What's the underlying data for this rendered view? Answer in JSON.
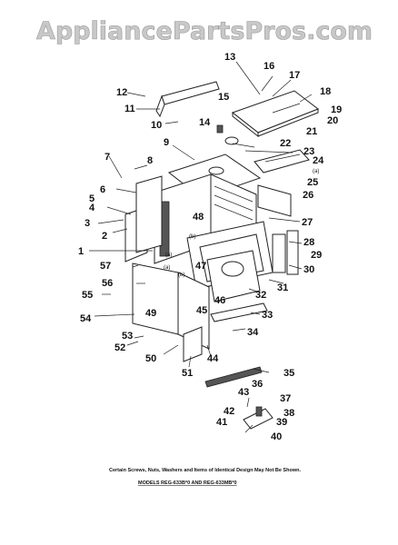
{
  "watermark": "AppliancePartsPros.com",
  "labels": {
    "l1": "1",
    "l2": "2",
    "l3": "3",
    "l4": "4",
    "l5": "5",
    "l6": "6",
    "l7": "7",
    "l8": "8",
    "l9": "9",
    "l10": "10",
    "l11": "11",
    "l12": "12",
    "l13": "13",
    "l14": "14",
    "l15": "15",
    "l16": "16",
    "l17": "17",
    "l18": "18",
    "l19": "19",
    "l20": "20",
    "l21": "21",
    "l22": "22",
    "l23": "23",
    "l24": "24",
    "l25": "25",
    "l26": "26",
    "l27": "27",
    "l28": "28",
    "l29": "29",
    "l30": "30",
    "l31": "31",
    "l32": "32",
    "l33": "33",
    "l34": "34",
    "l35": "35",
    "l36": "36",
    "l37": "37",
    "l38": "38",
    "l39": "39",
    "l40": "40",
    "l41": "41",
    "l42": "42",
    "l43": "43",
    "l44": "44",
    "l45": "45",
    "l46": "46",
    "l47": "47",
    "l48": "48",
    "l49": "49",
    "l50": "50",
    "l51": "51",
    "l52": "52",
    "l53": "53",
    "l54": "54",
    "l55": "55",
    "l56": "56",
    "l57": "57"
  },
  "small_marks": {
    "a": "(a)",
    "b": "(b)"
  },
  "footnote": "Certain Screws, Nuts, Washers and Items of Identical Design May Not Be Shown.",
  "model_line": "MODELS REG-633B*0 AND REG-633MB*0"
}
